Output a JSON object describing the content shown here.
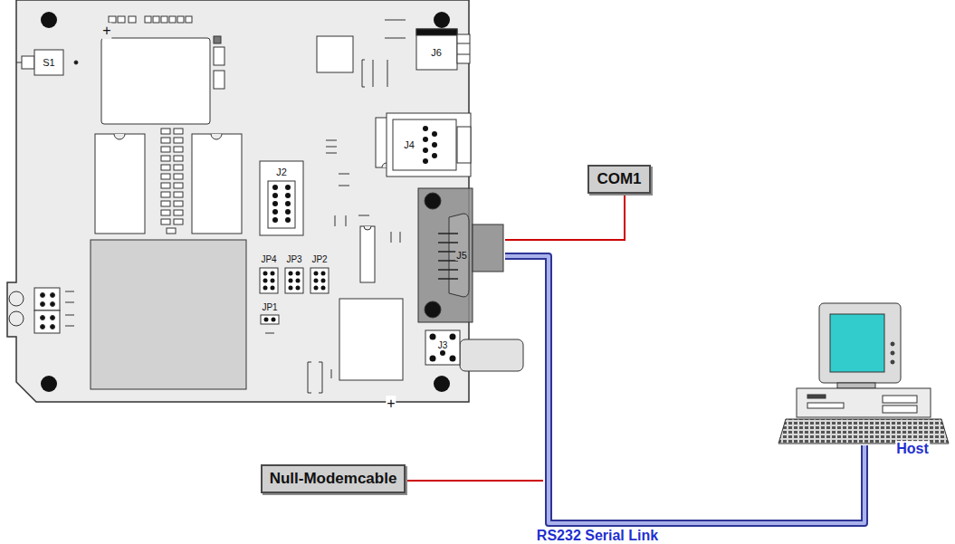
{
  "diagram": {
    "nodes": [
      {
        "text": [
          "COM1"
        ]
      },
      {
        "text": [
          "Null-Modemcable"
        ]
      }
    ],
    "labels": [
      "S1",
      "J6",
      "J4",
      "J2",
      "J5",
      "JP4",
      "JP3",
      "JP2",
      "JP1",
      "J3",
      "+",
      "+",
      "Host",
      "RS232 Serial Link"
    ]
  }
}
